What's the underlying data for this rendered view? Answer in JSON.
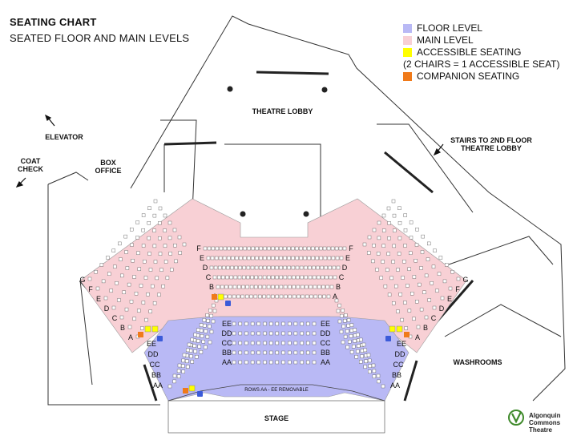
{
  "title": "SEATING CHART",
  "subtitle": "SEATED FLOOR AND MAIN LEVELS",
  "legend": {
    "floor": "FLOOR LEVEL",
    "main": "MAIN LEVEL",
    "accessible": "ACCESSIBLE SEATING",
    "accessible_note": "(2 CHAIRS = 1 ACCESSIBLE SEAT)",
    "companion": "COMPANION SEATING"
  },
  "colors": {
    "floor": "#b9b9f5",
    "main": "#f8d0d5",
    "accessible": "#ffff00",
    "companion": "#f07a1a",
    "seat": "#ffffff",
    "walls": "#222222"
  },
  "labels": {
    "theatre_lobby": "THEATRE LOBBY",
    "elevator": "ELEVATOR",
    "coat_check": "COAT CHECK",
    "box_office": "BOX OFFICE",
    "stairs": "STAIRS TO 2ND FLOOR THEATRE LOBBY",
    "washrooms": "WASHROOMS",
    "stage": "STAGE",
    "rows_removable": "ROWS AA - EE REMOVABLE"
  },
  "logo": {
    "line1": "Algonquin",
    "line2": "Commons",
    "line3": "Theatre"
  },
  "main_rows": [
    "A",
    "B",
    "C",
    "D",
    "E",
    "F",
    "G"
  ],
  "floor_rows": [
    "AA",
    "BB",
    "CC",
    "DD",
    "EE"
  ]
}
